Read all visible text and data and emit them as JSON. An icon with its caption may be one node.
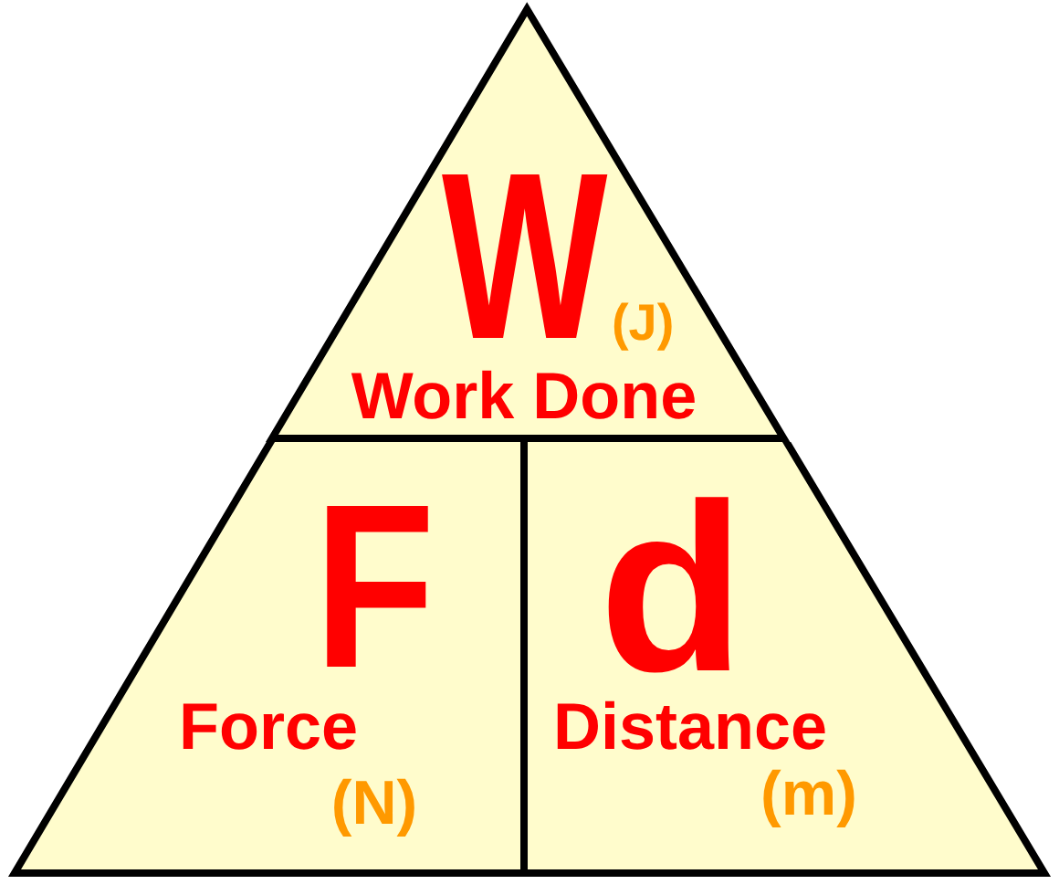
{
  "diagram": {
    "nodes": [
      {
        "text": [
          "W",
          "(J)",
          "Work Done"
        ]
      },
      {
        "text": [
          "F",
          "Force",
          "(N)"
        ]
      },
      {
        "text": [
          "d",
          "Distance",
          "(m)"
        ]
      }
    ]
  }
}
